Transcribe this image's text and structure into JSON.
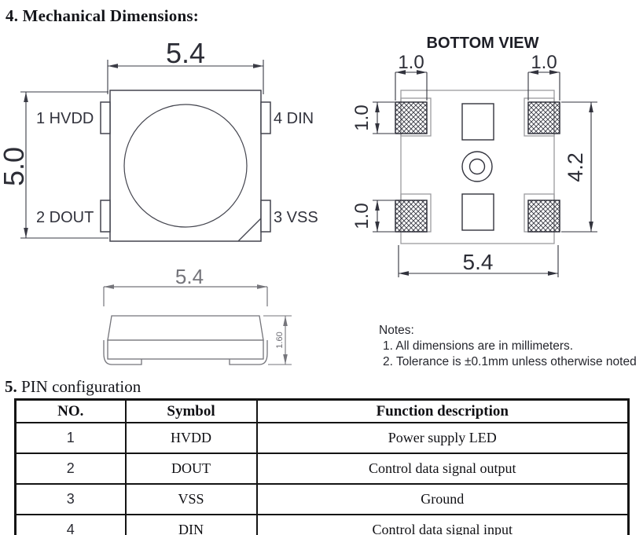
{
  "page": {
    "section4_title": "4. Mechanical Dimensions:",
    "section5_number": "5.",
    "section5_title": "PIN configuration"
  },
  "top_view": {
    "dim_width": "5.4",
    "dim_height": "5.0",
    "pins": {
      "pin1": "1 HVDD",
      "pin2": "2 DOUT",
      "pin3": "3 VSS",
      "pin4": "4 DIN"
    }
  },
  "bottom_view": {
    "title": "BOTTOM VIEW",
    "dim_pad_width_left": "1.0",
    "dim_pad_width_right": "1.0",
    "dim_pad_height_top": "1.0",
    "dim_pad_height_bottom": "1.0",
    "dim_pad_span_height": "4.2",
    "dim_width": "5.4"
  },
  "side_view": {
    "dim_width": "5.4",
    "dim_height": "1.60"
  },
  "notes": {
    "title": "Notes:",
    "items": [
      "1. All dimensions are in millimeters.",
      "2. Tolerance is ±0.1mm unless otherwise noted"
    ]
  },
  "pin_table": {
    "headers": [
      "NO.",
      "Symbol",
      "Function description"
    ],
    "rows": [
      {
        "no": "1",
        "symbol": "HVDD",
        "function": "Power supply LED"
      },
      {
        "no": "2",
        "symbol": "DOUT",
        "function": "Control data signal output"
      },
      {
        "no": "3",
        "symbol": "VSS",
        "function": "Ground"
      },
      {
        "no": "4",
        "symbol": "DIN",
        "function": "Control data signal input"
      }
    ]
  },
  "colors": {
    "ink": "#22232b",
    "drawing_dark": "#43444e",
    "drawing_gray": "#9b9b9f",
    "side_view_gray": "#75757b",
    "table_border": "#141414"
  }
}
